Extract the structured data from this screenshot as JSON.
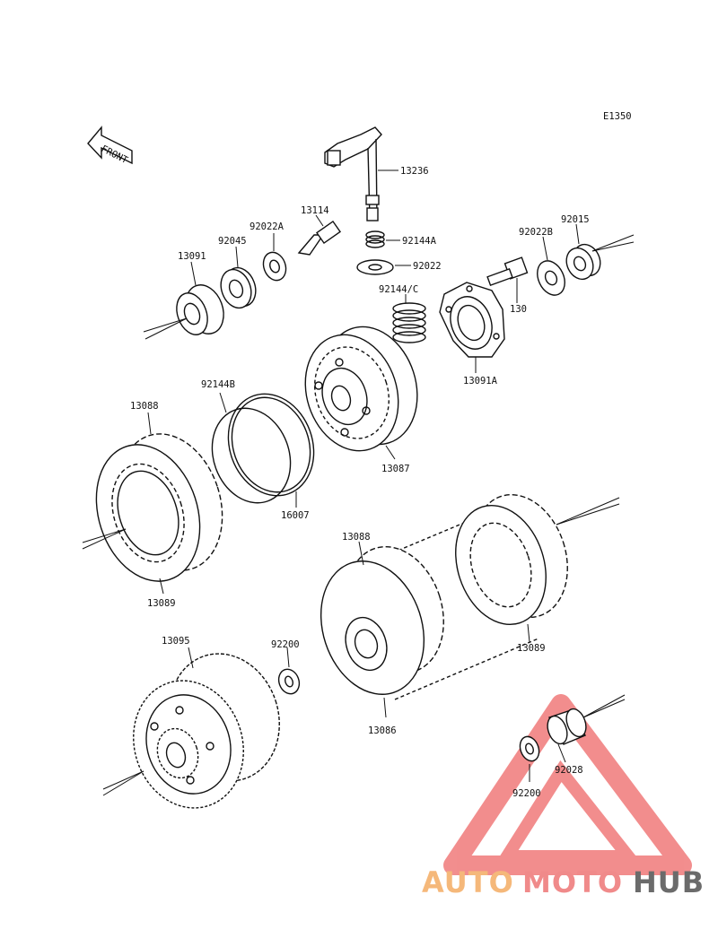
{
  "diagram_code": "E1350",
  "front_label": "FRONT",
  "parts": {
    "p13236": "13236",
    "p13114": "13114",
    "p92022A": "92022A",
    "p92045": "92045",
    "p13091": "13091",
    "p92144A": "92144A",
    "p92022": "92022",
    "p92022B": "92022B",
    "p92015": "92015",
    "p92144C": "92144/C",
    "p130": "130",
    "p13091A": "13091A",
    "p92144B": "92144B",
    "p13088_top": "13088",
    "p13087": "13087",
    "p16007": "16007",
    "p13089_left": "13089",
    "p13088_mid": "13088",
    "p13089_right": "13089",
    "p13095": "13095",
    "p92200_top": "92200",
    "p13086": "13086",
    "p92028": "92028",
    "p92200_bottom": "92200"
  },
  "watermark": {
    "part1": "AUTO",
    "part2": "MOTO",
    "part3": "HUB",
    "colors": {
      "auto": "#f5b87a",
      "moto": "#f08a8a",
      "hub": "#6b6b6b",
      "triangle": "#f07a7a"
    }
  }
}
